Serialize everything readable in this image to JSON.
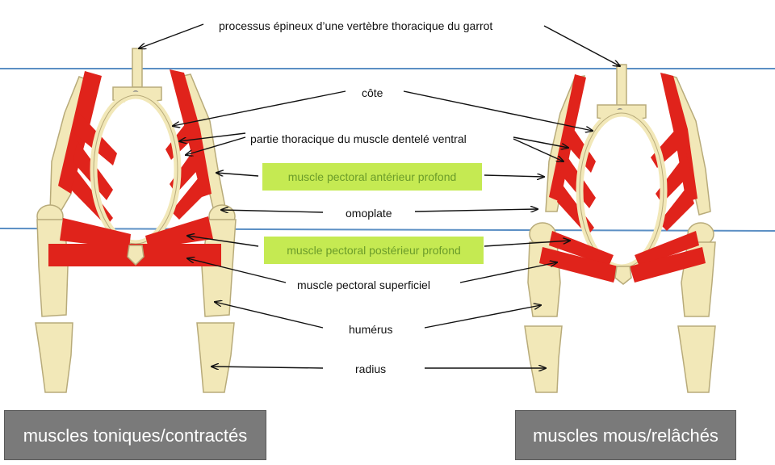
{
  "labels": {
    "spinous": "processus épineux d’une vertèbre thoracique du garrot",
    "rib": "côte",
    "serratus": "partie thoracique du muscle dentelé ventral",
    "deep_ant": "muscle pectoral antérieur profond",
    "scapula": "omoplate",
    "deep_post": "muscle pectoral postérieur profond",
    "superficial": "muscle pectoral superficiel",
    "humerus": "humérus",
    "radius": "radius"
  },
  "captions": {
    "left": "muscles toniques/contractés",
    "right": "muscles mous/relâchés"
  },
  "colors": {
    "muscle": "#e0231b",
    "bone": "#f2e8b8",
    "bone_outline": "#b8ab7a",
    "reference_line": "#5b8fc4",
    "highlight": "#c5ea52",
    "highlight_text": "#6b9c2a",
    "caption_bg": "#7a7a7a"
  }
}
